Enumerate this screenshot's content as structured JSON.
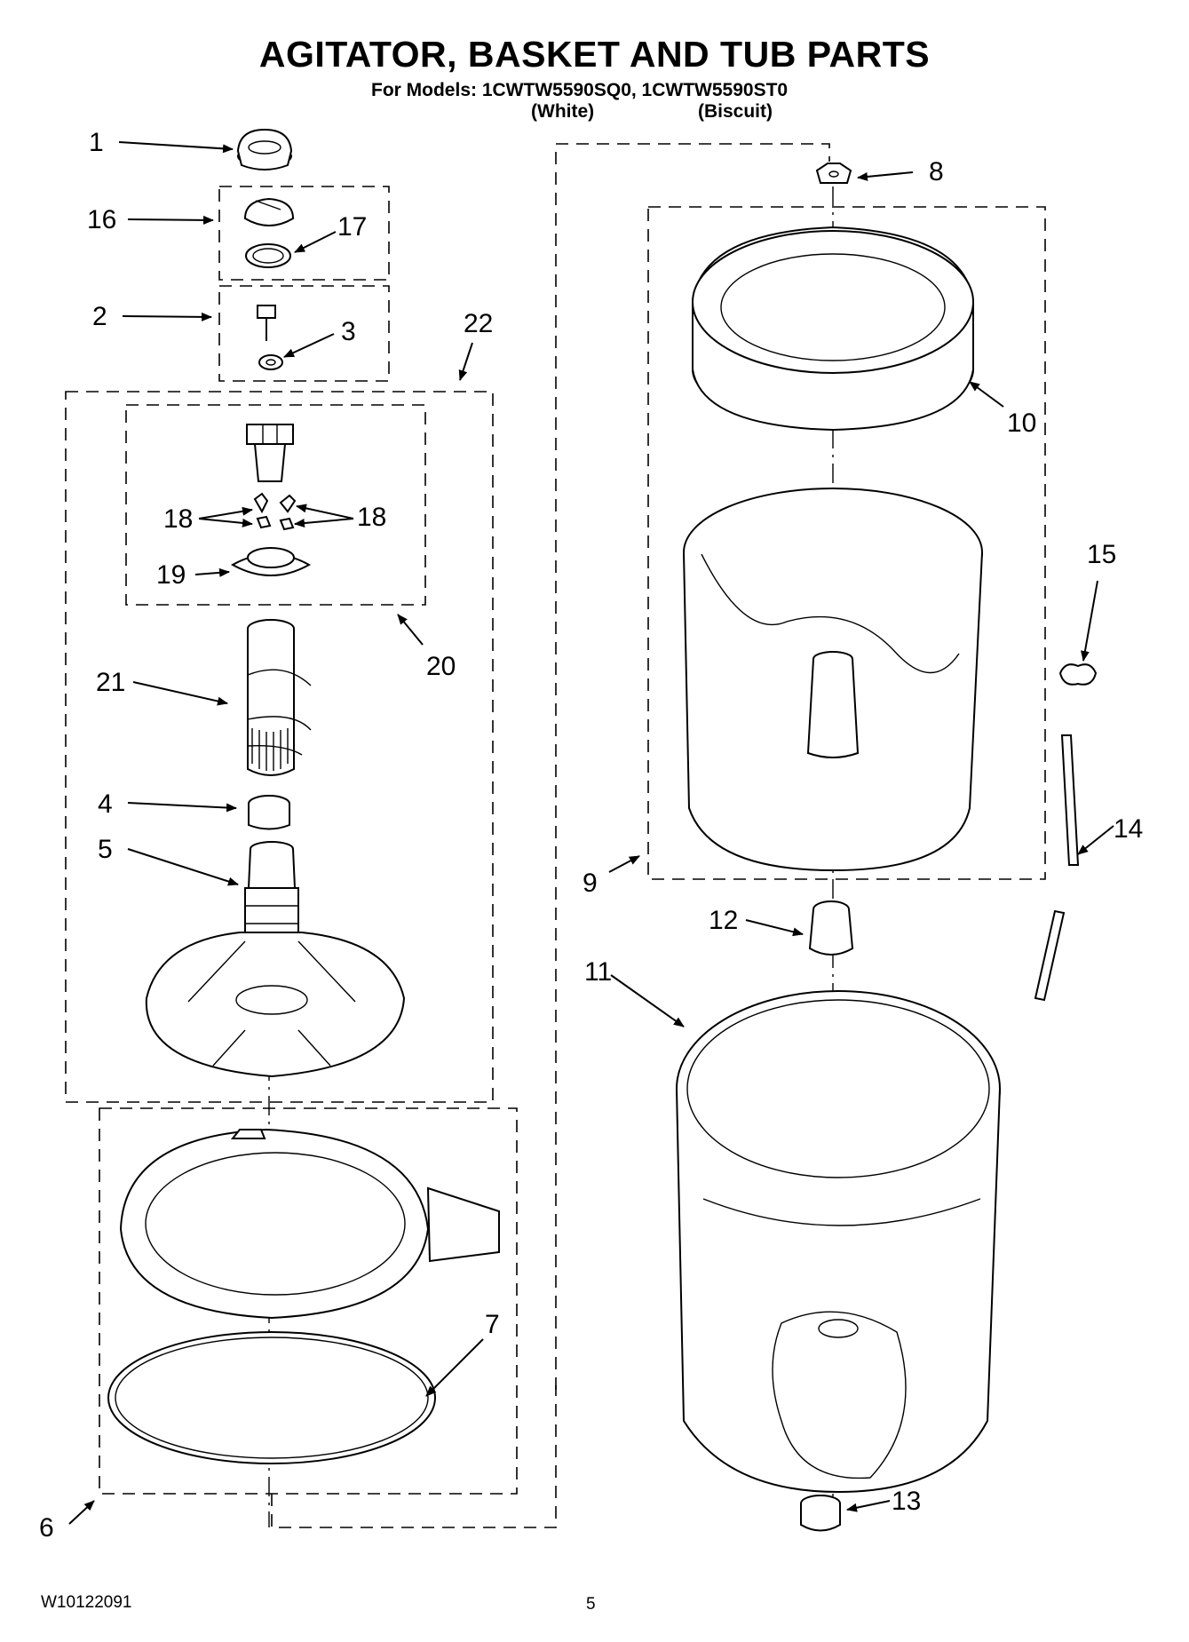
{
  "title": "AGITATOR, BASKET AND TUB PARTS",
  "models": {
    "line": "For Models: 1CWTW5590SQ0, 1CWTW5590ST0",
    "color1": "(White)",
    "color2": "(Biscuit)"
  },
  "callouts": [
    "1",
    "2",
    "3",
    "4",
    "5",
    "6",
    "7",
    "8",
    "9",
    "10",
    "11",
    "12",
    "13",
    "14",
    "15",
    "16",
    "17",
    "18",
    "18",
    "19",
    "20",
    "21",
    "22"
  ],
  "footer": {
    "doc_number": "W10122091",
    "page": "5"
  }
}
